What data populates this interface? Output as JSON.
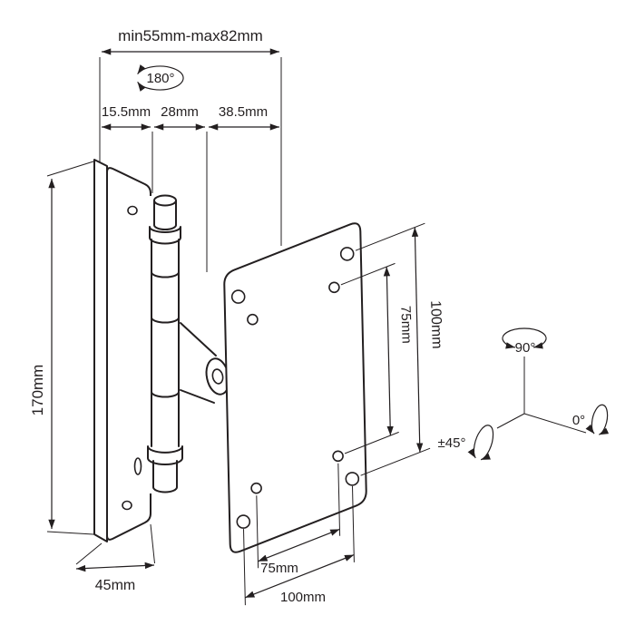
{
  "page": {
    "background": "#ffffff"
  },
  "diagram": {
    "type": "technical-line-drawing",
    "subject": "tilt-swivel-monitor-wall-mount-with-dimensions",
    "colors": {
      "line": "#231f20",
      "background": "#ffffff"
    },
    "labels": {
      "adjustable_depth": "min55mm-max82mm",
      "swivel_range": "180°",
      "segment_wall": "15.5mm",
      "segment_hinge": "28mm",
      "segment_plate": "38.5mm",
      "plate_height": "170mm",
      "vesa_vertical_100": "100mm",
      "vesa_vertical_75": "75mm",
      "rotation_range": "90°",
      "tilt_range": "±45°",
      "neutral_angle": "0°",
      "wall_plate_width": "45mm",
      "vesa_horizontal_75": "75mm",
      "vesa_horizontal_100": "100mm"
    }
  }
}
